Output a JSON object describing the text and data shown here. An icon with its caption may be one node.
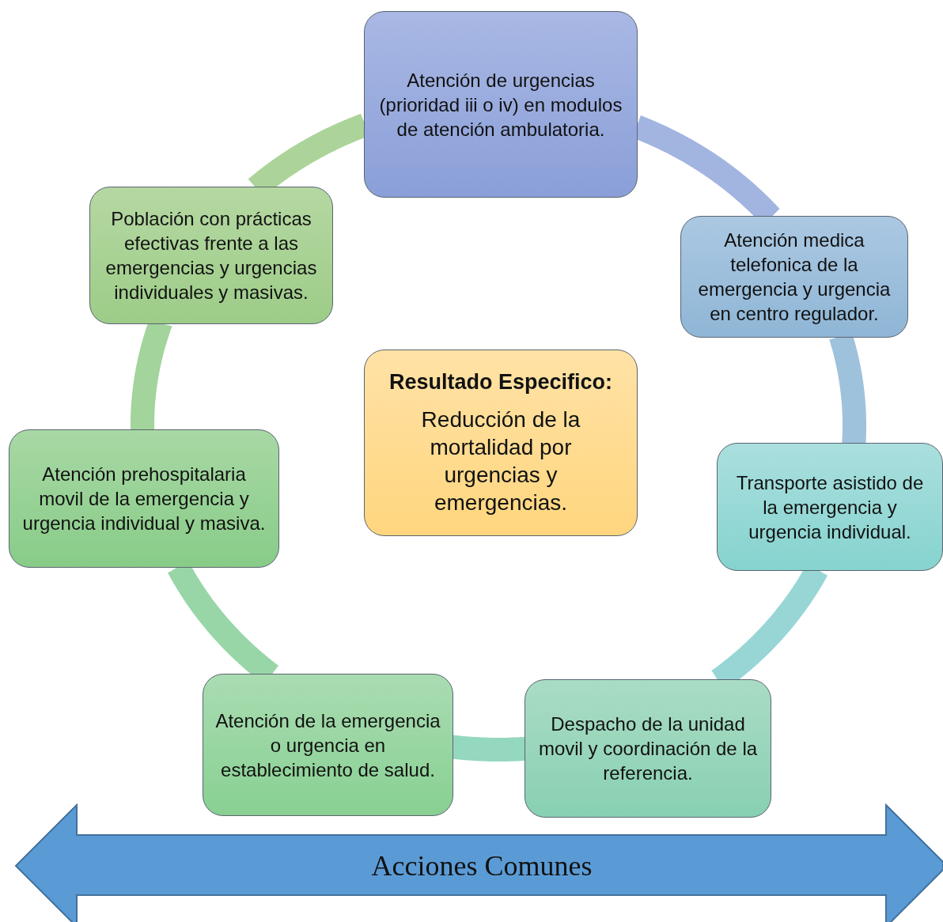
{
  "diagram": {
    "nodes": [
      {
        "text": [
          "Atención de urgencias (prioridad iii o iv) en modulos de atención ambulatoria."
        ]
      },
      {
        "text": [
          "Población con prácticas efectivas frente a las emergencias y urgencias individuales y masivas."
        ]
      },
      {
        "text": [
          "Atención medica telefonica de la emergencia y urgencia en centro regulador."
        ]
      },
      {
        "text": [
          "Resultado Especifico:",
          "Reducción de la mortalidad por urgencias y emergencias."
        ]
      },
      {
        "text": [
          "Atención prehospitalaria movil de la emergencia y urgencia individual y masiva."
        ]
      },
      {
        "text": [
          "Transporte asistido de la emergencia y urgencia individual."
        ]
      },
      {
        "text": [
          "Atención de la emergencia o urgencia en establecimiento de salud."
        ]
      },
      {
        "text": [
          "Despacho de la unidad movil y coordinación de la referencia."
        ]
      },
      {
        "text": [
          "Acciones Comunes"
        ]
      }
    ],
    "edges": [
      {
        "from": 0,
        "to": 2,
        "arrow": "none"
      },
      {
        "from": 2,
        "to": 5,
        "arrow": "none"
      },
      {
        "from": 5,
        "to": 7,
        "arrow": "none"
      },
      {
        "from": 7,
        "to": 6,
        "arrow": "none"
      },
      {
        "from": 6,
        "to": 4,
        "arrow": "none"
      },
      {
        "from": 4,
        "to": 1,
        "arrow": "none"
      },
      {
        "from": 1,
        "to": 0,
        "arrow": "none"
      }
    ]
  }
}
